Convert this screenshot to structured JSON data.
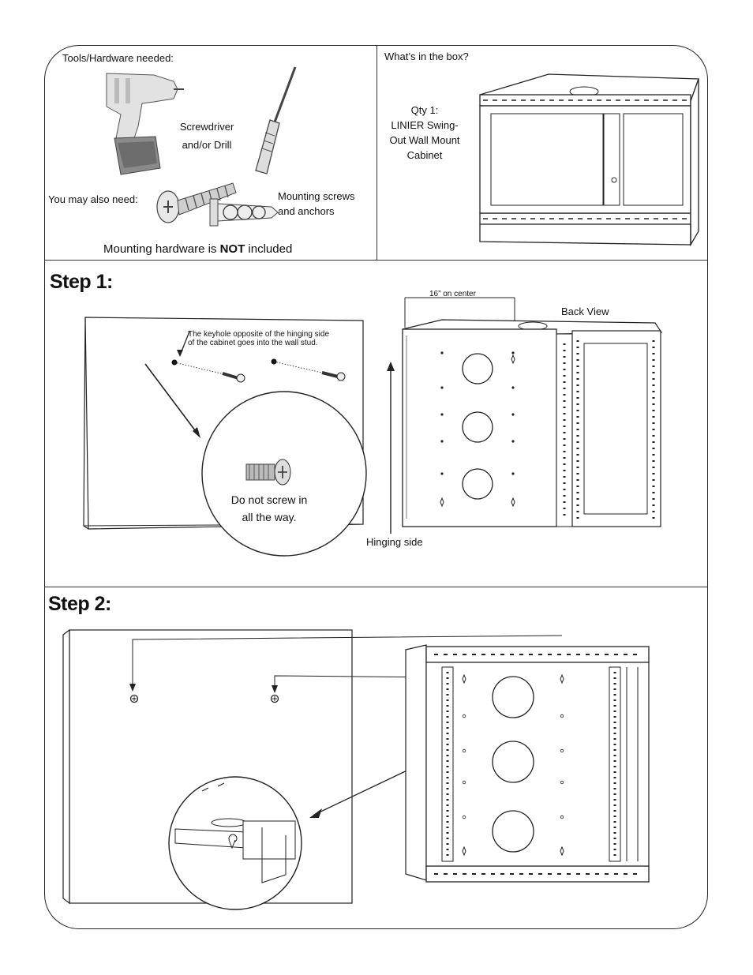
{
  "tools": {
    "heading": "Tools/Hardware needed:",
    "tool_label_line1": "Screwdriver",
    "tool_label_line2": "and/or Drill",
    "also_need": "You may also need:",
    "screws_line1": "Mounting screws",
    "screws_line2": "and anchors",
    "hardware_prefix": "Mounting hardware is ",
    "hardware_bold": "NOT",
    "hardware_suffix": " included"
  },
  "box": {
    "heading": "What’s in the box?",
    "line1": "Qty 1:",
    "line2": "LINIER  Swing-",
    "line3": "Out Wall Mount",
    "line4": "Cabinet"
  },
  "step1": {
    "title": "Step 1:",
    "keyhole_line1": "The keyhole opposite of the hinging side",
    "keyhole_line2": "of the cabinet goes into the wall stud.",
    "callout_line1": "Do not screw in",
    "callout_line2": "all the way.",
    "on_center": "16” on center",
    "back_view": "Back View",
    "hinging_side": "Hinging side"
  },
  "step2": {
    "title": "Step 2:"
  }
}
